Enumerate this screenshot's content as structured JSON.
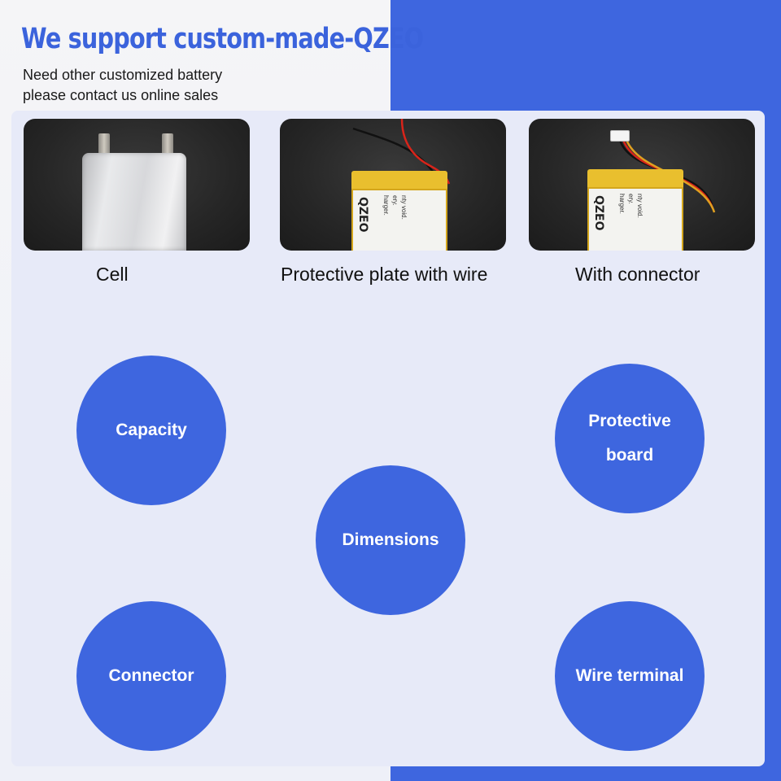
{
  "header": {
    "title": "We support custom-made-QZEO",
    "line1": "Need other customized battery",
    "line2": "please contact us online sales"
  },
  "options": [
    {
      "caption": "Cell"
    },
    {
      "caption": "Protective plate with wire"
    },
    {
      "caption": "With connector"
    }
  ],
  "battery_brand": "QZEO",
  "battery_text": [
    "nty void.",
    "ery.",
    "harger."
  ],
  "features": [
    {
      "label": "Capacity"
    },
    {
      "label": "Protective board"
    },
    {
      "label": "Dimensions"
    },
    {
      "label": "Connector"
    },
    {
      "label": "Wire terminal"
    }
  ],
  "colors": {
    "accent": "#3e66df",
    "panel": "#e7eaf8",
    "battery_tape": "#e9bf2e"
  }
}
